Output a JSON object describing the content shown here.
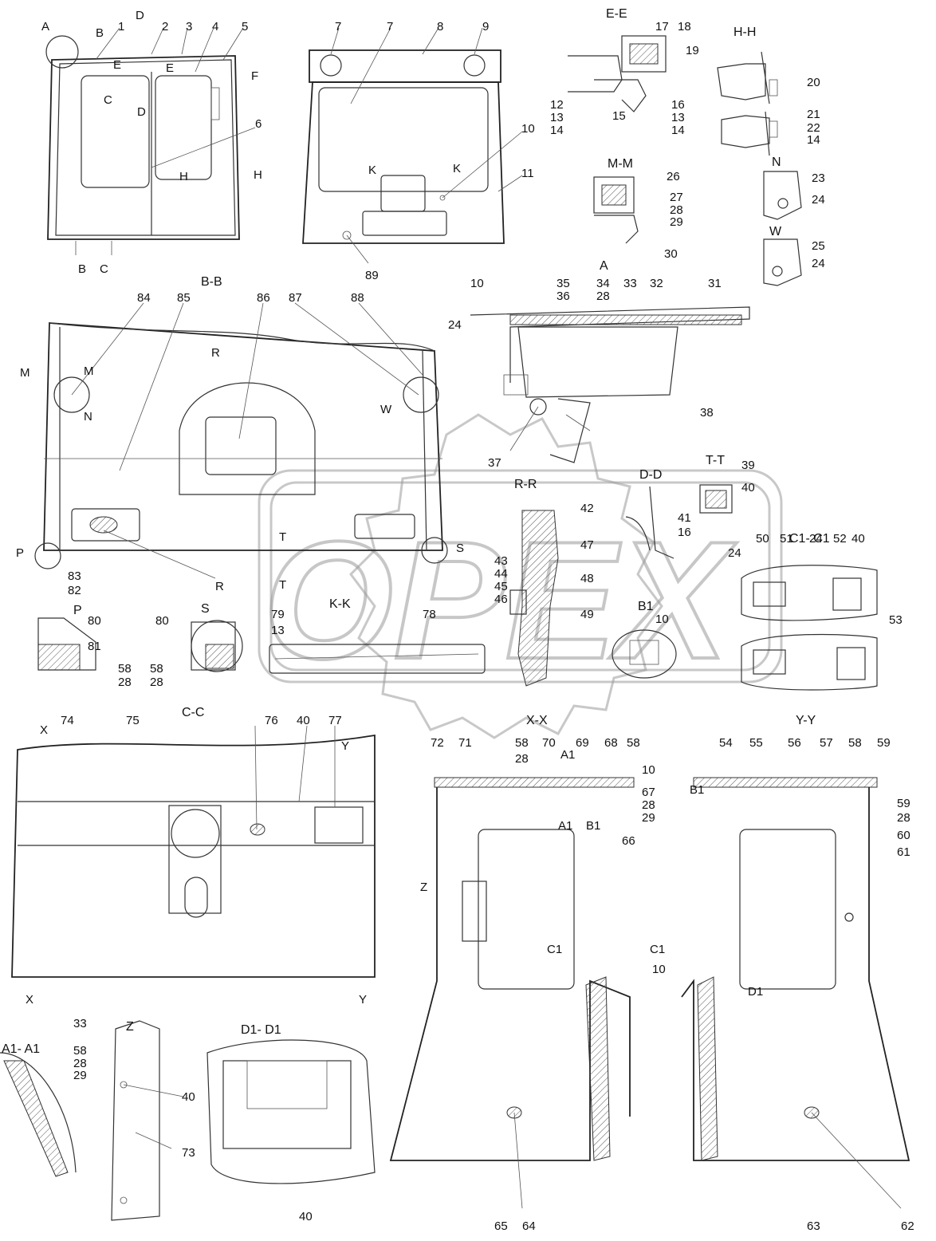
{
  "watermark": {
    "text": "OPEX"
  },
  "section_titles": [
    {
      "id": "e-e",
      "text": "E-E"
    },
    {
      "id": "h-h",
      "text": "H-H"
    },
    {
      "id": "m-m",
      "text": "M-M"
    },
    {
      "id": "n",
      "text": "N"
    },
    {
      "id": "w",
      "text": "W"
    },
    {
      "id": "b-b",
      "text": "B-B"
    },
    {
      "id": "a",
      "text": "A"
    },
    {
      "id": "r-r",
      "text": "R-R"
    },
    {
      "id": "d-d",
      "text": "D-D"
    },
    {
      "id": "t-t",
      "text": "T-T"
    },
    {
      "id": "c1-c1",
      "text": "C1- C1"
    },
    {
      "id": "p",
      "text": "P"
    },
    {
      "id": "s",
      "text": "S"
    },
    {
      "id": "k-k",
      "text": "K-K"
    },
    {
      "id": "b1",
      "text": "B1"
    },
    {
      "id": "c-c",
      "text": "C-C"
    },
    {
      "id": "x-x",
      "text": "X-X"
    },
    {
      "id": "y-y",
      "text": "Y-Y"
    },
    {
      "id": "a1-a1",
      "text": "A1- A1"
    },
    {
      "id": "z",
      "text": "Z"
    },
    {
      "id": "d1-d1",
      "text": "D1- D1"
    }
  ],
  "section_markers": [
    "A",
    "B",
    "B",
    "C",
    "C",
    "D",
    "D",
    "E",
    "E",
    "F",
    "H",
    "H",
    "K",
    "K",
    "M",
    "M",
    "N",
    "W",
    "R",
    "R",
    "T",
    "T",
    "S",
    "P",
    "X",
    "X",
    "Y",
    "Y",
    "Z",
    "A1",
    "A1",
    "B1",
    "B1",
    "C1",
    "C1",
    "D1"
  ],
  "callouts": [
    "1",
    "2",
    "3",
    "4",
    "5",
    "6",
    "7",
    "7",
    "8",
    "9",
    "10",
    "11",
    "17",
    "18",
    "19",
    "12",
    "13",
    "14",
    "15",
    "16",
    "13",
    "14",
    "20",
    "21",
    "22",
    "14",
    "23",
    "24",
    "25",
    "24",
    "26",
    "27",
    "28",
    "29",
    "30",
    "89",
    "84",
    "85",
    "86",
    "87",
    "88",
    "10",
    "35",
    "36",
    "34",
    "28",
    "33",
    "32",
    "31",
    "24",
    "37",
    "38",
    "39",
    "40",
    "41",
    "16",
    "42",
    "47",
    "43",
    "44",
    "45",
    "46",
    "48",
    "49",
    "50",
    "51",
    "24",
    "52",
    "40",
    "24",
    "53",
    "10",
    "80",
    "81",
    "58",
    "28",
    "83",
    "82",
    "80",
    "58",
    "28",
    "79",
    "13",
    "78",
    "74",
    "75",
    "76",
    "40",
    "77",
    "72",
    "71",
    "58",
    "28",
    "70",
    "69",
    "68",
    "58",
    "10",
    "67",
    "28",
    "29",
    "66",
    "10",
    "54",
    "55",
    "56",
    "57",
    "58",
    "59",
    "59",
    "28",
    "60",
    "61",
    "33",
    "58",
    "28",
    "29",
    "40",
    "73",
    "40",
    "65",
    "64",
    "63",
    "62"
  ]
}
